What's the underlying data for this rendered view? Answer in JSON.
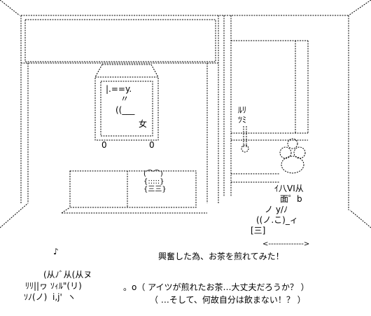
{
  "scene": {
    "scroll_sign": {
      "lines": [
        "|.==y.",
        "〃",
        "((___",
        "女"
      ]
    },
    "scroll_pins": [
      "0",
      "0"
    ],
    "kettle_text": "ﾙﾘ\nﾂﾐ",
    "caption": "興奮した為、お茶を煎れてみた！",
    "speech_line1": "。o（ アイツが煎れたお茶…大丈夫だろうか？ ）",
    "speech_line2": "（ …そして、何故自分は飲まない！？ ）",
    "cook_art": {
      "line1": "ｲ八VI从",
      "line2": "面゜b",
      "line3": "ノ y/ﾉ",
      "line4": "((ノ.こ)_ィ",
      "line5": "[三]"
    },
    "watchers_art": {
      "note": "♪",
      "line1": "(从ﾉﾞ从(从ヌ",
      "line2": "ﾘﾘ||ヮ ｿｨﾙ\"(リ)",
      "line3": "ｿﾉ(ノ)  i,j'  ヽ"
    },
    "tea_tray_art": "(⌒⌒)\n{:::::}\n{三三}",
    "arrow_art": "<-------------->"
  },
  "colors": {
    "ink": "#000000",
    "paper": "#ffffff"
  }
}
